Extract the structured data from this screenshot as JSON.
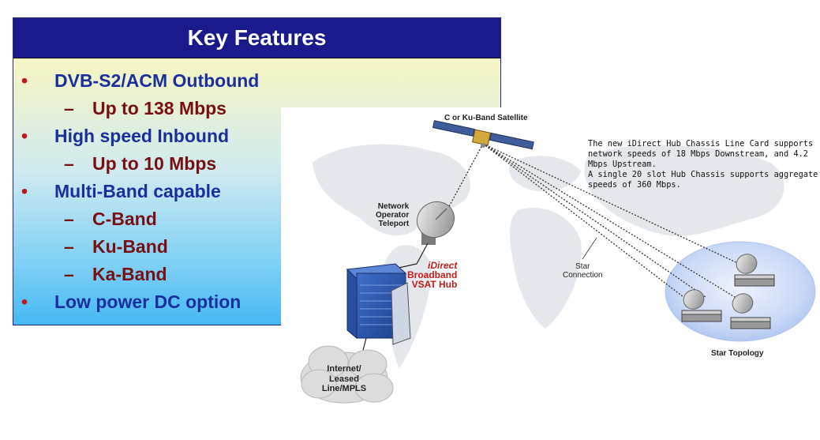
{
  "key_features": {
    "title": "Key Features",
    "items": [
      {
        "text": "DVB-S2/ACM Outbound",
        "level": 1
      },
      {
        "text": "Up to 138 Mbps",
        "level": 2
      },
      {
        "text": "High speed Inbound",
        "level": 1
      },
      {
        "text": "Up to 10 Mbps",
        "level": 2
      },
      {
        "text": "Multi-Band capable",
        "level": 1
      },
      {
        "text": "C-Band",
        "level": 2
      },
      {
        "text": "Ku-Band",
        "level": 2
      },
      {
        "text": "Ka-Band",
        "level": 2
      },
      {
        "text": "Low power DC option",
        "level": 1
      }
    ],
    "bullet_l1": "•",
    "bullet_l2": "–"
  },
  "diagram": {
    "satellite_label": "C or Ku-Band Satellite",
    "teleport_label": [
      "Network",
      "Operator",
      "Teleport"
    ],
    "hub_label": {
      "brand": "iDirect",
      "line2": "Broadband",
      "line3": "VSAT Hub"
    },
    "star_connection_label": [
      "Star",
      "Connection"
    ],
    "star_topology_label": "Star Topology",
    "cloud_label": [
      "Internet/",
      "Leased",
      "Line/MPLS"
    ],
    "description": [
      "The new iDirect Hub Chassis Line Card supports",
      "network speeds of 18 Mbps Downstream, and 4.2",
      "Mbps Upstream.",
      "A single 20 slot Hub Chassis supports aggregate",
      "speeds of 360 Mbps."
    ]
  },
  "colors": {
    "header_bg": "#1a1a8c",
    "level1_text": "#1a2f9c",
    "level2_text": "#7a0f12",
    "bullet_red": "#c0181c",
    "hub_red": "#c41a1a"
  }
}
